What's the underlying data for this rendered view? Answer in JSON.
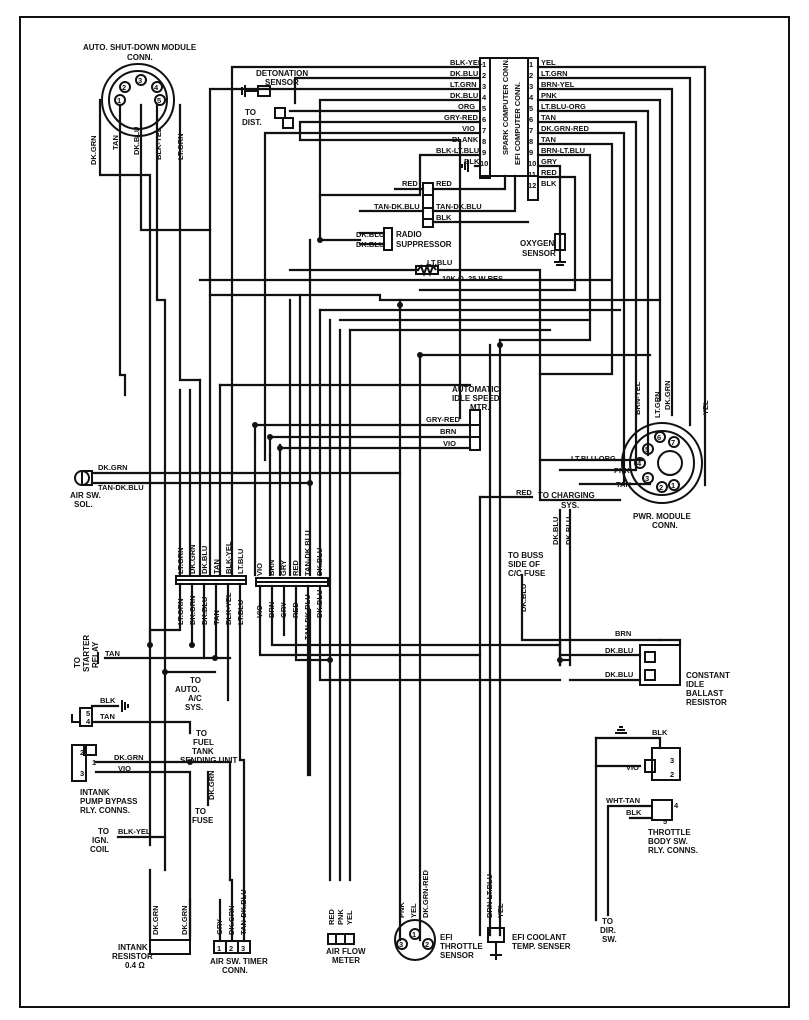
{
  "labels": {
    "asd_title_1": "AUTO. SHUT-DOWN MODULE",
    "asd_title_2": "CONN.",
    "asd_wires": [
      "DK.GRN",
      "TAN",
      "DK.BLU",
      "BLK-YEL",
      "LT.GRN"
    ],
    "asd_pins": [
      "1",
      "2",
      "3",
      "4",
      "5"
    ],
    "detonation_1": "DETONATION",
    "detonation_2": "SENSOR",
    "to_dist_1": "TO",
    "to_dist_2": "DIST.",
    "spark_conn": "SPARK COMPUTER CONN.",
    "efi_conn": "EFI COMPUTER CONN.",
    "spark_left_wires": [
      "BLK-YEL",
      "DK.BLU",
      "LT.GRN",
      "DK.BLU",
      "ORG",
      "GRY-RED",
      "VIO",
      "BLANK",
      "BLK-LT.BLU",
      "BLK"
    ],
    "spark_pins": [
      "1",
      "2",
      "3",
      "4",
      "5",
      "6",
      "7",
      "8",
      "9",
      "10"
    ],
    "efi_right_wires": [
      "YEL",
      "LT.GRN",
      "BRN-YEL",
      "PNK",
      "LT.BLU-ORG",
      "TAN",
      "DK.GRN-RED",
      "TAN",
      "BRN-LT.BLU",
      "GRY",
      "RED",
      "BLK"
    ],
    "efi_pins": [
      "1",
      "2",
      "3",
      "4",
      "5",
      "6",
      "7",
      "8",
      "9",
      "10",
      "11",
      "12"
    ],
    "mid_red_l": "RED",
    "mid_red_r": "RED",
    "mid_tan_l": "TAN-DK.BLU",
    "mid_tan_r": "TAN-DK.BLU",
    "mid_blk": "BLK",
    "radio_wire_1": "DK.BLU",
    "radio_wire_2": "DK.BLU",
    "radio_1": "RADIO",
    "radio_2": "SUPPRESSOR",
    "oxygen_1": "OXYGEN",
    "oxygen_2": "SENSOR",
    "ltblu": "LT.BLU",
    "resistor": "10K Ω .25 W RES.",
    "aism_1": "AUTOMATIC",
    "aism_2": "IDLE SPEED",
    "aism_3": "MTR.",
    "aism_wires": [
      "GRY-RED",
      "BRN",
      "VIO"
    ],
    "air_sw_wires": [
      "DK.GRN",
      "TAN-DK.BLU"
    ],
    "air_sw_1": "AIR SW.",
    "air_sw_2": "SOL.",
    "pwr_wires_v": [
      "BRN-YEL",
      "LT.GRN",
      "DK.GRN",
      "YEL"
    ],
    "pwr_wires_h": [
      "LT.BLU-ORG",
      "PNK",
      "TAN"
    ],
    "pwr_pins": [
      "1",
      "2",
      "3",
      "4",
      "5",
      "6",
      "7"
    ],
    "pwr_1": "PWR. MODULE",
    "pwr_2": "CONN.",
    "charging_red": "RED",
    "charging_1": "TO CHARGING",
    "charging_2": "SYS.",
    "charging_dkblu_1": "DK.BLU",
    "charging_dkblu_2": "DK.BLU",
    "buss_1": "TO BUSS",
    "buss_2": "SIDE OF",
    "buss_3": "C/C FUSE",
    "buss_dkblu": "DK.BLU",
    "grp1_top": [
      "LT.GRN",
      "DK.GRN",
      "DK.BLU",
      "TAN",
      "BLK-YEL",
      "LT.BLU"
    ],
    "grp1_bot": [
      "LT.GRN",
      "DK.GRN",
      "DK.BLU",
      "TAN",
      "BLK-YEL",
      "LT.BLU"
    ],
    "grp2_top": [
      "VIO",
      "BRN",
      "GRY",
      "RED",
      "TAN-DK.BLU",
      "DK.BLU"
    ],
    "grp2_bot": [
      "VIO",
      "BRN",
      "GRY",
      "RED",
      "TAN-DK.BLU",
      "DK.BLU"
    ],
    "starter_1": "TO",
    "starter_2": "STARTER",
    "starter_3": "RELAY",
    "starter_tan": "TAN",
    "auto_ac_1": "TO",
    "auto_ac_2": "AUTO.",
    "auto_ac_3": "A/C",
    "auto_ac_4": "SYS.",
    "small_blk": "BLK",
    "small_tan": "TAN",
    "small_pin5": "5",
    "small_pin4": "4",
    "fuel_1": "TO",
    "fuel_2": "FUEL",
    "fuel_3": "TANK",
    "fuel_4": "SENDING UNIT",
    "bypass_dkgrn": "DK.GRN",
    "bypass_vio": "VIO",
    "bypass_pins": [
      "2",
      "1",
      "3"
    ],
    "bypass_1": "INTANK",
    "bypass_2": "PUMP BYPASS",
    "bypass_3": "RLY. CONNS.",
    "fuse_dkgrn": "DK.GRN",
    "fuse_1": "TO",
    "fuse_2": "FUSE",
    "ign_1": "TO",
    "ign_2": "IGN.",
    "ign_3": "COIL",
    "ign_wire": "BLK-YEL",
    "intank_wires": [
      "DK.GRN",
      "DK.GRN"
    ],
    "intank_1": "INTANK",
    "intank_2": "RESISTOR",
    "intank_3": "0.4 Ω",
    "timer_wires": [
      "GRY",
      "DK.GRN",
      "TAN-DK.BLU"
    ],
    "timer_pins": [
      "1",
      "2",
      "3"
    ],
    "timer_1": "AIR SW. TIMER",
    "timer_2": "CONN.",
    "airflow_wires": [
      "RED",
      "PNK",
      "YEL"
    ],
    "airflow_1": "AIR FLOW",
    "airflow_2": "METER",
    "throttle_wires": [
      "PNK",
      "YEL",
      "DK.GRN-RED"
    ],
    "throttle_pins": [
      "3",
      "1",
      "2"
    ],
    "throttle_1": "EFI",
    "throttle_2": "THROTTLE",
    "throttle_3": "SENSOR",
    "coolant_wires": [
      "BRN-LT.BLU",
      "YEL"
    ],
    "coolant_1": "EFI COOLANT",
    "coolant_2": "TEMP. SENSER",
    "ballast_brn": "BRN",
    "ballast_dkblu_1": "DK.BLU",
    "ballast_dkblu_2": "DK.BLU",
    "ballast_1": "CONSTANT",
    "ballast_2": "IDLE",
    "ballast_3": "BALLAST",
    "ballast_4": "RESISTOR",
    "tb_blk": "BLK",
    "tb_vio": "VIO",
    "tb_pins": [
      "3",
      "2",
      "4",
      "5"
    ],
    "tb_whttan": "WHT-TAN",
    "tb_blk2": "BLK",
    "tb_1": "THROTTLE",
    "tb_2": "BODY SW.",
    "tb_3": "RLY. CONNS.",
    "dir_1": "TO",
    "dir_2": "DIR.",
    "dir_3": "SW."
  }
}
